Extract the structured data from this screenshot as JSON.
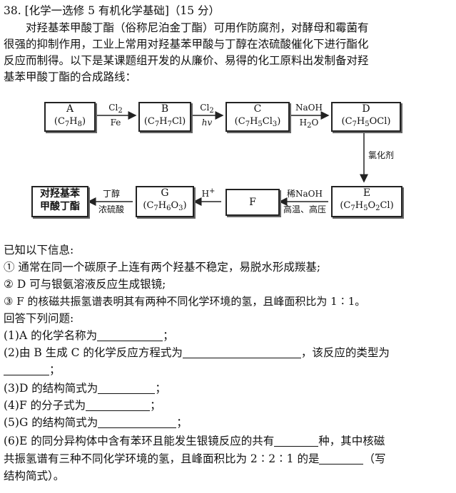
{
  "header": {
    "number": "38.",
    "title": "[化学一选修 5 有机化学基础]",
    "score": "（15 分）"
  },
  "intro": [
    "对羟基苯甲酸丁酯（俗称尼泊金丁酯）可用作防腐剂，对酵母和霉菌有",
    "很强的抑制作用，工业上常用对羟基苯甲酸与丁醇在浓硫酸催化下进行酯化",
    "反应而制得。以下是某课题组开发的从廉价、易得的化工原料出发制备对羟",
    "基苯甲酸丁酯的合成路线："
  ],
  "scheme": {
    "A": {
      "label": "A",
      "formula_html": "(C<sub>7</sub>H<sub>8</sub>)"
    },
    "B": {
      "label": "B",
      "formula_html": "(C<sub>7</sub>H<sub>7</sub>Cl)"
    },
    "C": {
      "label": "C",
      "formula_html": "(C<sub>7</sub>H<sub>5</sub>Cl<sub>3</sub>)"
    },
    "D": {
      "label": "D",
      "formula_html": "(C<sub>7</sub>H<sub>5</sub>OCl)"
    },
    "E": {
      "label": "E",
      "formula_html": "(C<sub>7</sub>H<sub>5</sub>O<sub>2</sub>Cl)"
    },
    "F": {
      "label": "F"
    },
    "G": {
      "label": "G",
      "formula_html": "(C<sub>7</sub>H<sub>6</sub>O<sub>3</sub>)"
    },
    "product": [
      "对羟基苯",
      "甲酸丁酯"
    ],
    "arrows": {
      "AB_top_html": "Cl<sub>2</sub>",
      "AB_bottom": "Fe",
      "BC_top_html": "Cl<sub>2</sub>",
      "BC_bottom": "hv",
      "CD_top": "NaOH",
      "CD_bottom_html": "H<sub>2</sub>O",
      "DE_side": "氯化剂",
      "EF_top": "稀NaOH",
      "EF_bottom": "高温、高压",
      "FG_top_html": "H<sup>+</sup>",
      "GP_top": "丁醇",
      "GP_bottom": "浓硫酸"
    }
  },
  "info": {
    "heading": "已知以下信息:",
    "items": [
      "① 通常在同一个碳原子上连有两个羟基不稳定，易脱水形成羰基;",
      "② D 可与银氨溶液反应生成银镜;",
      "③ F 的核磁共振氢谱表明其有两种不同化学环境的氢，且峰面积比为 1∶1。"
    ]
  },
  "questions": {
    "heading": "回答下列问题:",
    "q1": "(1)A 的化学名称为",
    "q1_end": "；",
    "q2a": "(2)由 B 生成 C 的化学反应方程式为",
    "q2b": "，该反应的类型为",
    "q2_end": "；",
    "q3": "(3)D 的结构简式为",
    "q3_end": "；",
    "q4": "(4)F 的分子式为",
    "q4_end": "；",
    "q5": "(5)G 的结构简式为",
    "q5_end": "；",
    "q6a": "(6)E 的同分异构体中含有苯环且能发生银镜反应的共有",
    "q6b": "种，其中核磁",
    "q6c": "共振氢谱有三种不同化学环境的氢，且峰面积比为 2∶2∶1 的是",
    "q6d": "（写",
    "q6e": "结构简式）。"
  }
}
